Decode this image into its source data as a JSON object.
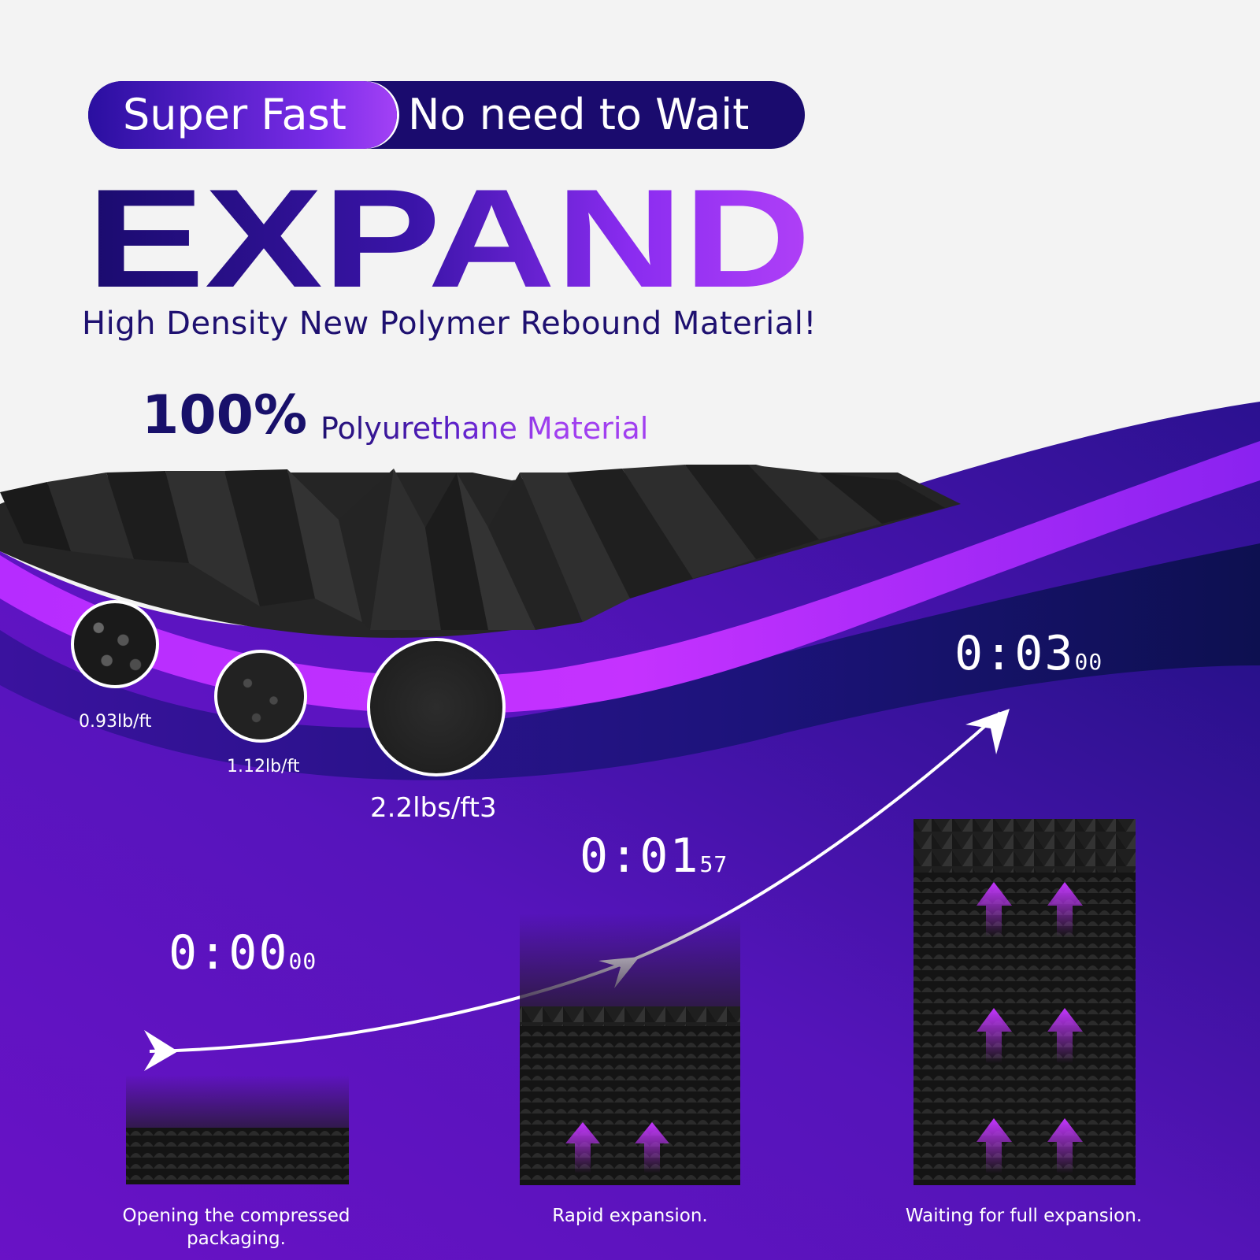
{
  "headline": {
    "pill_left": "Super Fast",
    "pill_right": "No need to Wait",
    "title": "EXPAND",
    "subtitle": "High Density New Polymer Rebound Material!",
    "percent": "100%",
    "percent_label": "Polyurethane Material"
  },
  "densities": [
    {
      "label": "0.93lb/ft"
    },
    {
      "label": "1.12lb/ft"
    },
    {
      "label": "2.2lbs/ft3"
    }
  ],
  "stages": [
    {
      "timer_main": "0:00",
      "timer_sub": "00",
      "caption": "Opening the compressed packaging."
    },
    {
      "timer_main": "0:01",
      "timer_sub": "57",
      "caption": "Rapid expansion."
    },
    {
      "timer_main": "0:03",
      "timer_sub": "00",
      "caption": "Waiting for full expansion."
    }
  ],
  "colors": {
    "navy": "#1a0b6e",
    "purple": "#7a2ce8",
    "magenta": "#c02cff",
    "deep_blue": "#14106a",
    "foam": "#1c1c1c"
  },
  "icons": [
    "up-arrow-icon",
    "curve-arrow-icon",
    "foam-panel-icon"
  ]
}
